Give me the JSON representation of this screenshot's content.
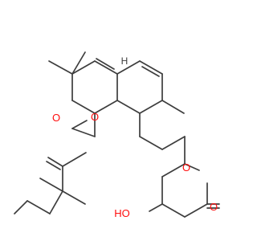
{
  "molecule": {
    "atoms": [
      {
        "label": "O",
        "color": "#ff0d0d"
      },
      {
        "label": "O",
        "color": "#ff0d0d"
      },
      {
        "label": "O",
        "color": "#ff0d0d"
      },
      {
        "label": "HO",
        "color": "#ff0d0d"
      },
      {
        "label": "O",
        "color": "#ff0d0d"
      },
      {
        "label": "H",
        "color": "#3d3d3d"
      }
    ],
    "bond_color": "#3d3d3d"
  }
}
